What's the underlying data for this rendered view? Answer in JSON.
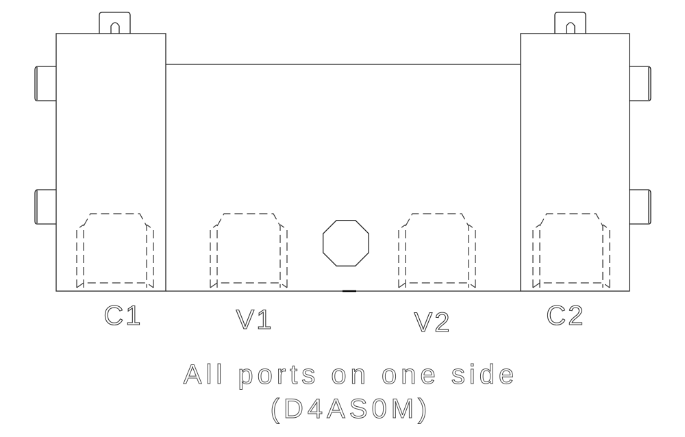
{
  "diagram": {
    "port_labels": [
      "C1",
      "V1",
      "V2",
      "C2"
    ],
    "caption_line1": "All ports on one side",
    "caption_line2": "(D4AS0M)"
  }
}
